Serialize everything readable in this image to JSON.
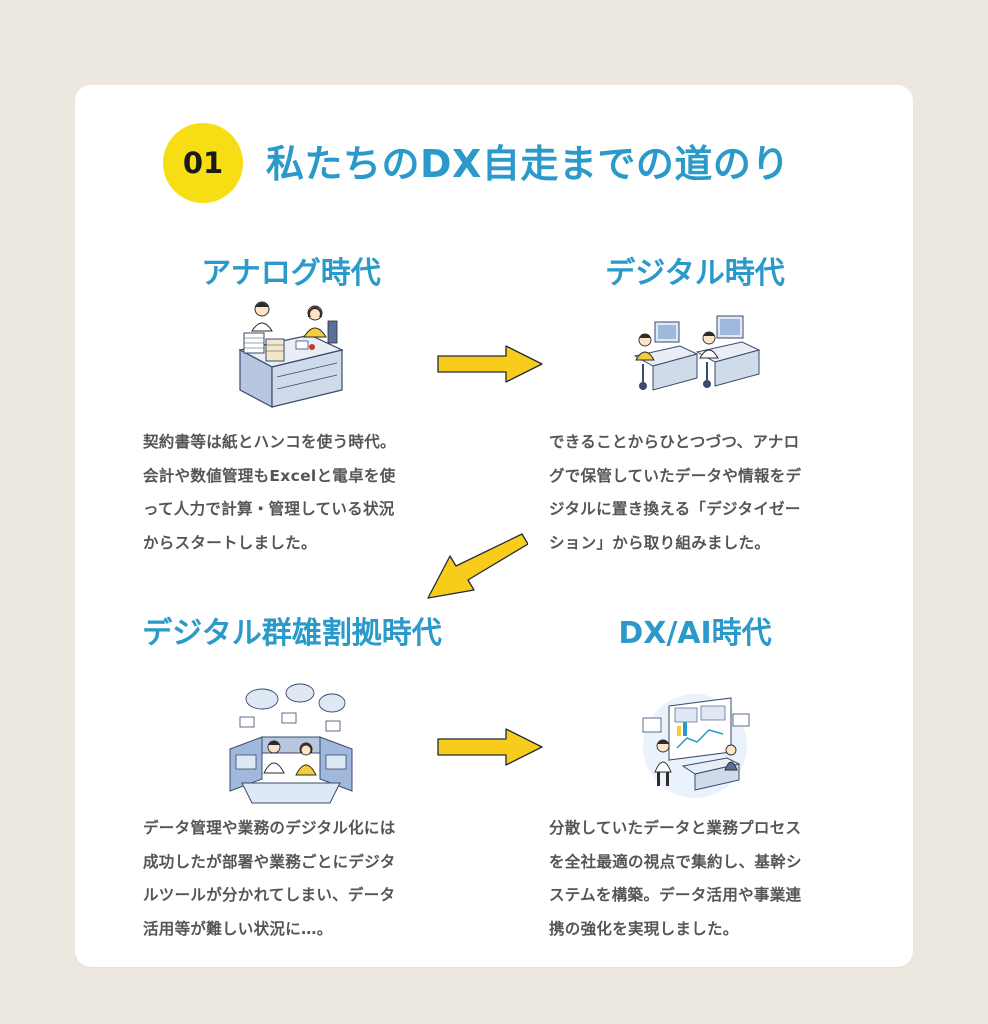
{
  "header": {
    "badge": "01",
    "title": "私たちのDX自走までの道のり"
  },
  "eras": [
    {
      "title": "アナログ時代",
      "description": "契約書等は紙とハンコを使う時代。\n会計や数値管理もExcelと電卓を使\nって人力で計算・管理している状況\nからスタートしました。",
      "illustration": "office-paperwork-illustration"
    },
    {
      "title": "デジタル時代",
      "description": "できることからひとつづつ、アナロ\nグで保管していたデータや情報をデ\nジタルに置き換える「デジタイゼー\nション」から取り組みました。",
      "illustration": "computer-workers-illustration"
    },
    {
      "title": "デジタル群雄割拠時代",
      "description": "データ管理や業務のデジタル化には\n成功したが部署や業務ごとにデジタ\nルツールが分かれてしまい、データ\n活用等が難しい状況に…。",
      "illustration": "siloed-tools-illustration"
    },
    {
      "title": "DX/AI時代",
      "description": "分散していたデータと業務プロセス\nを全社最適の視点で集約し、基幹シ\nステムを構築。データ活用や事業連\n携の強化を実現しました。",
      "illustration": "integrated-dashboard-illustration"
    }
  ],
  "colors": {
    "background": "#ece8df",
    "card": "#ffffff",
    "accent_blue": "#2b9acb",
    "badge_yellow": "#f7dd14",
    "arrow_yellow": "#f7cc1a",
    "text_gray": "#555555"
  }
}
